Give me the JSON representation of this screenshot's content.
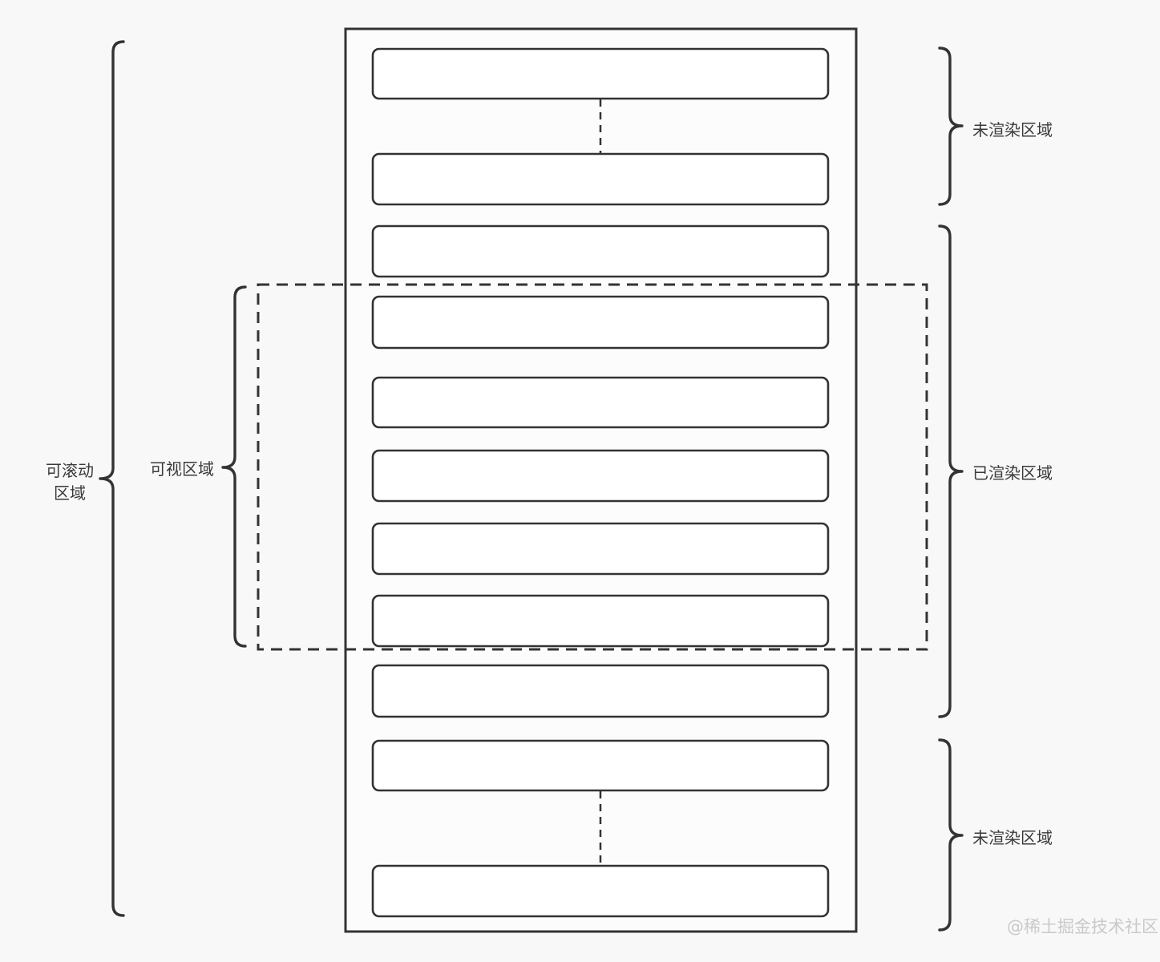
{
  "colors": {
    "background": "#f8f8f8",
    "line": "#333333",
    "container_fill": "#fcfcfc",
    "box_fill": "#ffffff",
    "label_text": "#3a3a3a",
    "watermark": "#c9c9c9"
  },
  "diagram": {
    "left_braces": {
      "scrollable_area": {
        "label_line1": "可滚动",
        "label_line2": "区域"
      },
      "visible_area": {
        "label": "可视区域"
      }
    },
    "right_braces": {
      "unrendered_top": {
        "label": "未渲染区域"
      },
      "rendered": {
        "label": "已渲染区域"
      },
      "unrendered_bottom": {
        "label": "未渲染区域"
      }
    },
    "list": {
      "item_count": 11,
      "viewport_item_count": 5
    },
    "watermark": "@稀土掘金技术社区"
  }
}
